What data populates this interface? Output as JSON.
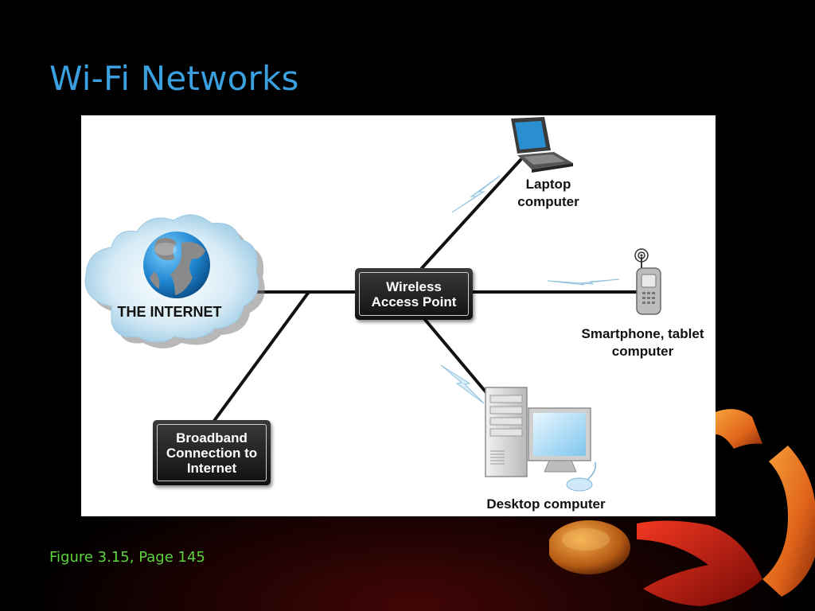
{
  "slide": {
    "title": "Wi-Fi Networks",
    "caption": "Figure 3.15, Page 145"
  },
  "diagram": {
    "internet_label": "THE INTERNET",
    "access_point_label": "Wireless Access Point",
    "broadband_label": "Broadband Connection to Internet",
    "laptop_label": "Laptop computer",
    "smartphone_label": "Smartphone, tablet computer",
    "desktop_label": "Desktop computer"
  },
  "colors": {
    "title": "#3aa0e0",
    "caption": "#5dd53f",
    "background": "#000000"
  }
}
